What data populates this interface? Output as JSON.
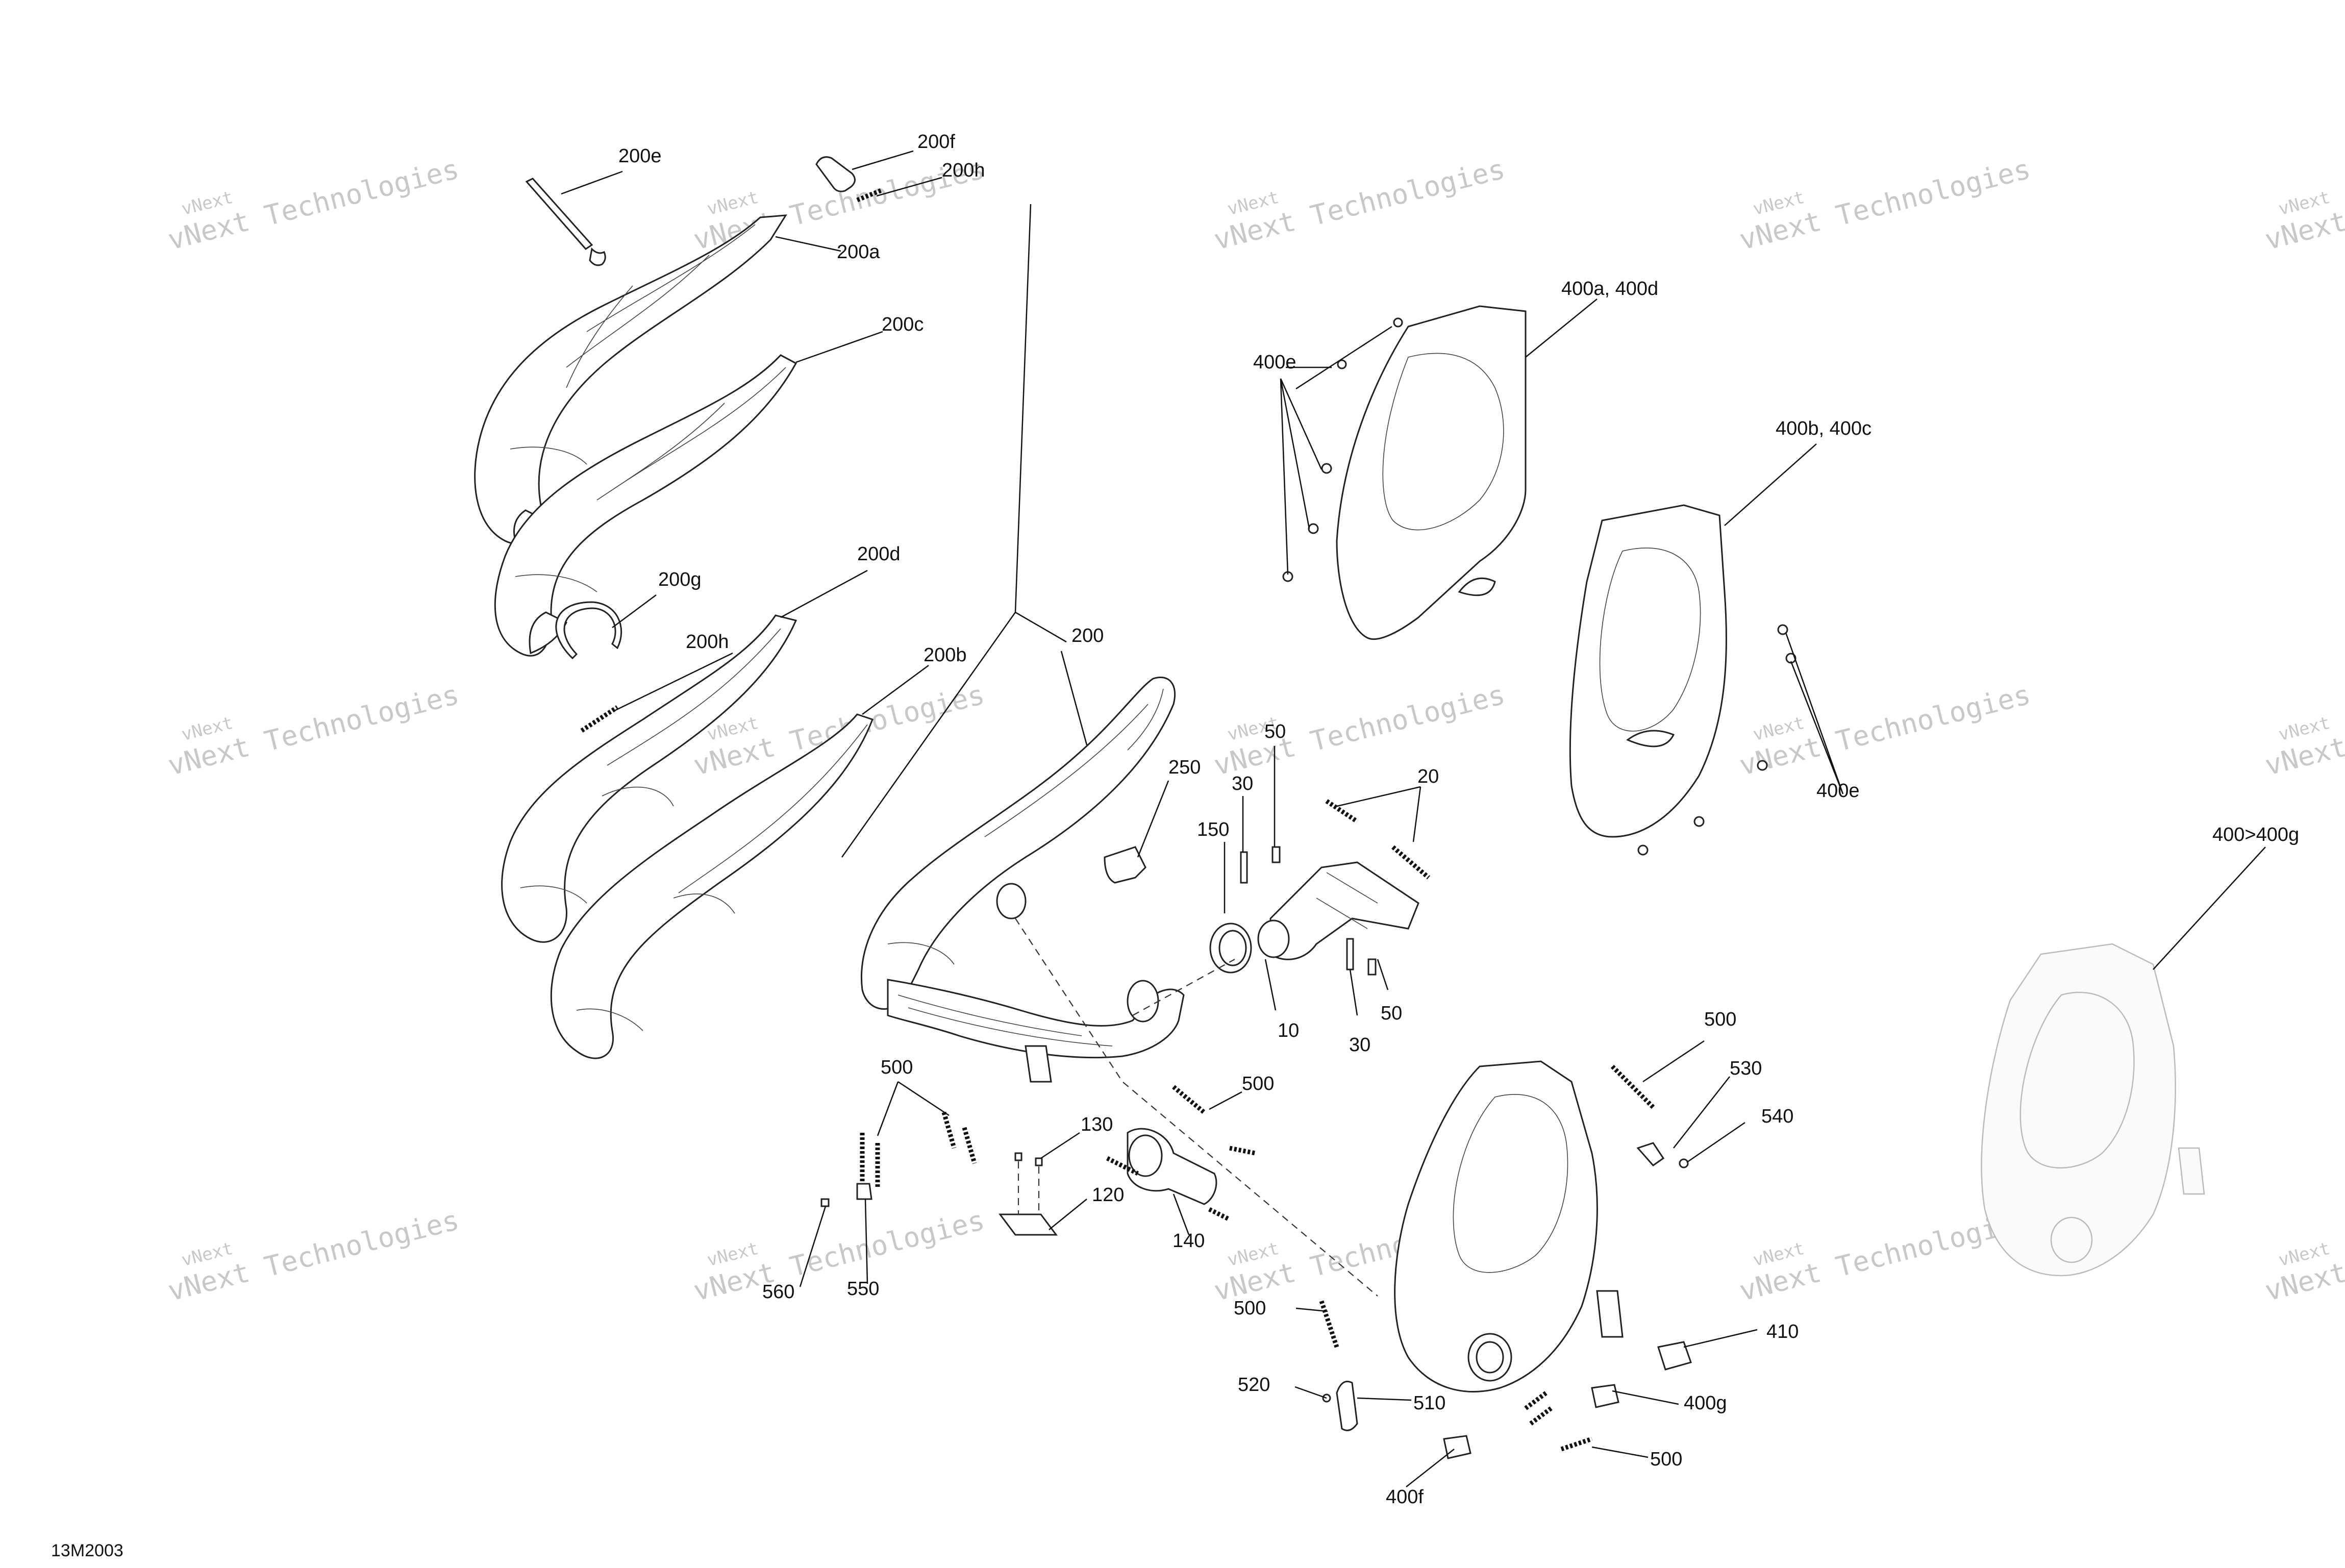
{
  "drawing_number": "13M2003",
  "watermark": {
    "line1": "vNext Technologies",
    "line2": "Technologies",
    "line3": "vNext"
  },
  "callouts": {
    "c200e": "200e",
    "c200f": "200f",
    "c200h_top": "200h",
    "c200a": "200a",
    "c200c": "200c",
    "c200g": "200g",
    "c200d": "200d",
    "c200h_mid": "200h",
    "c200b": "200b",
    "c200": "200",
    "c250": "250",
    "c150": "150",
    "c30_top": "30",
    "c50_top": "50",
    "c20": "20",
    "c10": "10",
    "c30_bottom": "30",
    "c50_bottom": "50",
    "c400a_400d": "400a, 400d",
    "c400e_left": "400e",
    "c400b_400c": "400b, 400c",
    "c400e_right": "400e",
    "c400_400g": "400>400g",
    "c500_a": "500",
    "c500_b": "500",
    "c130": "130",
    "c120": "120",
    "c140": "140",
    "c560": "560",
    "c550": "550",
    "c500_c": "500",
    "c530": "530",
    "c540": "540",
    "c500_d": "500",
    "c410": "410",
    "c520": "520",
    "c510": "510",
    "c400g": "400g",
    "c500_e": "500",
    "c400f": "400f"
  },
  "colors": {
    "line": "#111111",
    "watermark": "#c8c8c8",
    "ghost_part": "#bbbbbb"
  }
}
